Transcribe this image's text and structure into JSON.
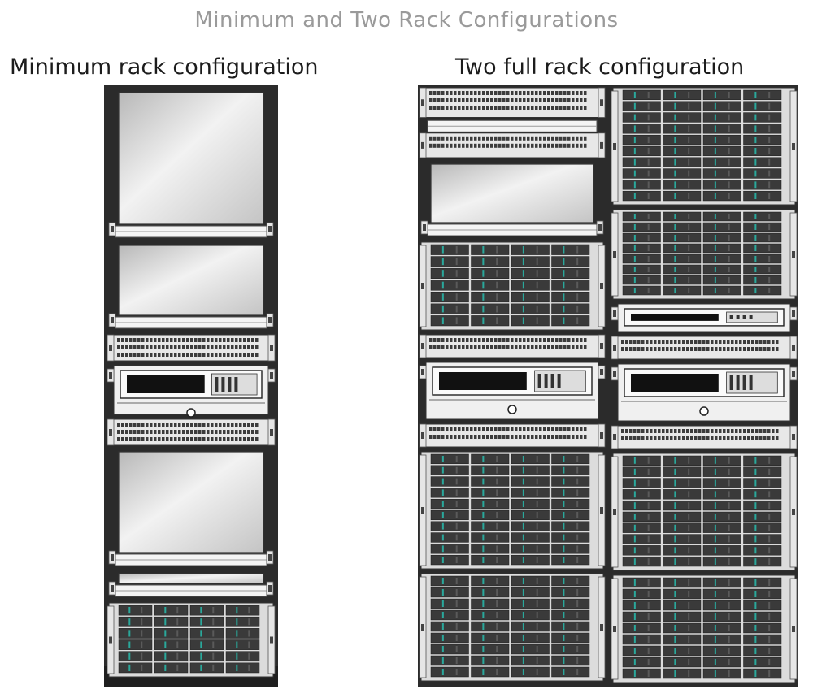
{
  "title": "Minimum and Two Rack Configurations",
  "panels": {
    "minimum": {
      "label": "Minimum rack configuration"
    },
    "two_full": {
      "label": "Two full rack configuration"
    }
  },
  "colors": {
    "rack_frame": "#2b2b2b",
    "rack_rail": "#3a3a3a",
    "blank_panel": "#d8d8d8",
    "drive_led": "#2aa89b",
    "title_text": "#9a9a9a"
  },
  "minimum_rack": {
    "units": [
      {
        "type": "blank",
        "label": "Blank panel"
      },
      {
        "type": "blank",
        "label": "Blank panel"
      },
      {
        "type": "switch",
        "label": "Network switch"
      },
      {
        "type": "controller",
        "label": "Controller"
      },
      {
        "type": "switch",
        "label": "Network switch"
      },
      {
        "type": "blank",
        "label": "Blank panel"
      },
      {
        "type": "blank_small",
        "label": "Blank panel"
      },
      {
        "type": "storage",
        "label": "Storage enclosure"
      }
    ]
  },
  "two_full_rack": {
    "rack_1": [
      {
        "type": "switch_pair",
        "label": "Network switches"
      },
      {
        "type": "blank",
        "label": "Blank panel"
      },
      {
        "type": "storage",
        "label": "Storage enclosure"
      },
      {
        "type": "switch",
        "label": "Network switch"
      },
      {
        "type": "controller",
        "label": "Controller"
      },
      {
        "type": "switch",
        "label": "Network switch"
      },
      {
        "type": "storage",
        "label": "Storage enclosure"
      },
      {
        "type": "storage",
        "label": "Storage enclosure"
      }
    ],
    "rack_2": [
      {
        "type": "storage",
        "label": "Storage enclosure"
      },
      {
        "type": "storage",
        "label": "Storage enclosure"
      },
      {
        "type": "controller_small",
        "label": "Controller"
      },
      {
        "type": "switch",
        "label": "Network switch"
      },
      {
        "type": "controller",
        "label": "Controller"
      },
      {
        "type": "switch",
        "label": "Network switch"
      },
      {
        "type": "storage",
        "label": "Storage enclosure"
      },
      {
        "type": "storage",
        "label": "Storage enclosure"
      }
    ]
  }
}
